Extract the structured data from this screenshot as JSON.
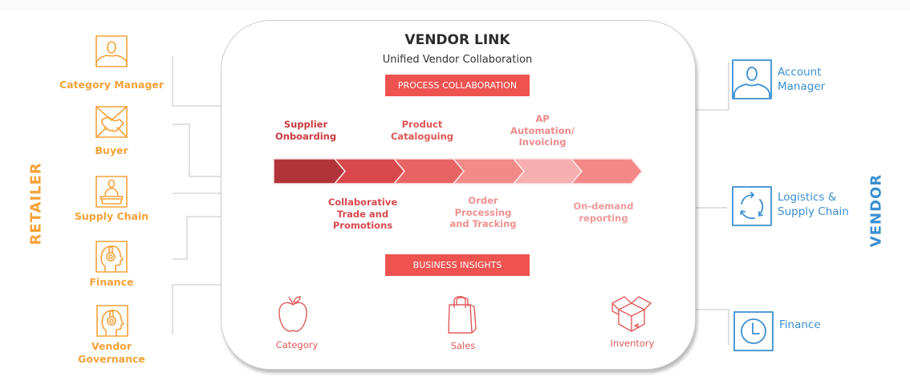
{
  "header": {
    "title": "VENDOR LINK",
    "subtitle": "Unified Vendor Collaboration"
  },
  "sections": {
    "process": "PROCESS COLLABORATION",
    "insights": "BUSINESS INSIGHTS"
  },
  "colors": {
    "retailer": "#f5a23a",
    "vendor": "#3b8fd1",
    "accent_red": "#ef5350"
  },
  "retailer": {
    "label": "RETAILER",
    "roles": [
      {
        "name": "Category Manager",
        "icon": "person-icon"
      },
      {
        "name": "Buyer",
        "icon": "handshake-icon"
      },
      {
        "name": "Supply Chain",
        "icon": "desk-person-icon"
      },
      {
        "name": "Finance",
        "icon": "headset-head-icon"
      },
      {
        "name": "Vendor",
        "name2": "Governance",
        "icon": "headset-head-icon"
      }
    ]
  },
  "vendor": {
    "label": "VENDOR",
    "roles": [
      {
        "line1": "Account",
        "line2": "Manager",
        "icon": "person-icon"
      },
      {
        "line1": "Logistics &",
        "line2": "Supply Chain",
        "icon": "cycle-arrows-icon"
      },
      {
        "line1": "Finance",
        "icon": "clock-icon"
      }
    ]
  },
  "process_steps_top": [
    {
      "lines": [
        "Supplier",
        "Onboarding"
      ],
      "color": "#c9393f"
    },
    {
      "lines": [
        "Product",
        "Cataloguing"
      ],
      "color": "#e05555"
    },
    {
      "lines": [
        "AP",
        "Automation/",
        "Invoicing"
      ],
      "color": "#ec8a8a"
    }
  ],
  "process_steps_bottom": [
    {
      "lines": [
        "Collaborative",
        "Trade and",
        "Promotions"
      ],
      "color": "#d84a4f"
    },
    {
      "lines": [
        "Order",
        "Processing",
        "and Tracking"
      ],
      "color": "#ef9090"
    },
    {
      "lines": [
        "On-demand",
        "reporting"
      ],
      "color": "#f09a9a"
    }
  ],
  "arrow_segments": [
    "#b1343a",
    "#d9484c",
    "#e86464",
    "#f28a89",
    "#f7afaf",
    "#f48888"
  ],
  "insights": [
    {
      "label": "Category",
      "icon": "apple-icon"
    },
    {
      "label": "Sales",
      "icon": "shopping-bag-icon"
    },
    {
      "label": "Inventory",
      "icon": "open-box-icon"
    }
  ]
}
